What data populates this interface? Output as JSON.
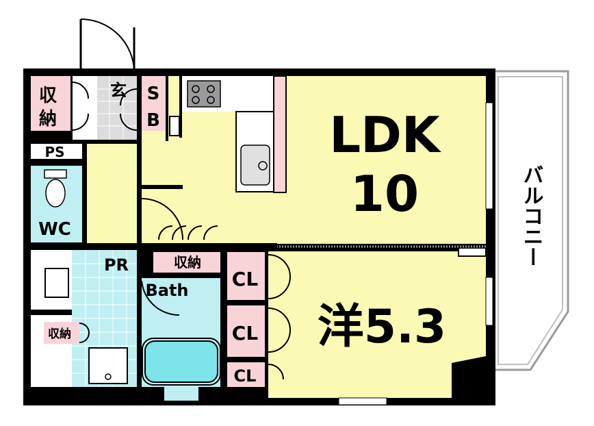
{
  "labels": {
    "ldk_name": "LDK",
    "ldk_size": "10",
    "western_room": "洋5.3",
    "balcony": "バルコニー",
    "entrance": "玄",
    "shoebox_top": "S",
    "shoebox_bottom": "B",
    "storage_top": "収",
    "storage_bottom": "納",
    "storage_inline": "収納",
    "storage_small": "収納",
    "ps": "PS",
    "wc": "WC",
    "pr": "PR",
    "bath": "Bath",
    "closet_1": "CL",
    "closet_2": "CL",
    "closet_3": "CL"
  },
  "colors": {
    "ldk_fill": "#fafab4",
    "room_fill": "#fafab4",
    "storage_fill": "#f8d4d8",
    "wet_fill": "#bfeff2",
    "bath_tub": "#7fe3ea",
    "wall": "#000000",
    "floor_white": "#ffffff"
  }
}
